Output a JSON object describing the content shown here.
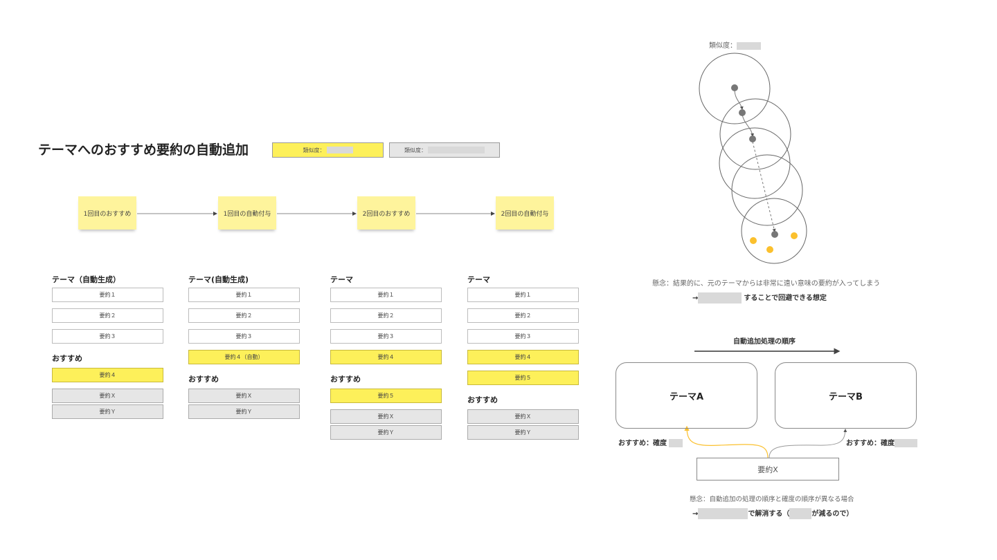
{
  "title": "テーマへのおすすめ要約の自動追加",
  "legend": [
    {
      "label": "類似度："
    },
    {
      "label": "類似度："
    }
  ],
  "flow": [
    "1回目のおすすめ",
    "1回目の自動付与",
    "2回目のおすすめ",
    "2回目の自動付与"
  ],
  "columns": [
    {
      "title": "テーマ（自動生成）",
      "items": [
        {
          "label": "要約１",
          "style": "white"
        },
        {
          "label": "要約２",
          "style": "white"
        },
        {
          "label": "要約３",
          "style": "white"
        }
      ],
      "rec_label": "おすすめ",
      "rec_items": [
        {
          "label": "要約４",
          "style": "yellow"
        },
        {
          "label": "要約Ｘ",
          "style": "gray"
        },
        {
          "label": "要約Ｙ",
          "style": "gray"
        }
      ]
    },
    {
      "title": "テーマ(自動生成)",
      "items": [
        {
          "label": "要約１",
          "style": "white"
        },
        {
          "label": "要約２",
          "style": "white"
        },
        {
          "label": "要約３",
          "style": "white"
        },
        {
          "label": "要約４（自動）",
          "style": "yellow"
        }
      ],
      "rec_label": "おすすめ",
      "rec_items": [
        {
          "label": "要約Ｘ",
          "style": "gray"
        },
        {
          "label": "要約Ｙ",
          "style": "gray"
        }
      ]
    },
    {
      "title": "テーマ",
      "items": [
        {
          "label": "要約１",
          "style": "white"
        },
        {
          "label": "要約２",
          "style": "white"
        },
        {
          "label": "要約３",
          "style": "white"
        },
        {
          "label": "要約４",
          "style": "yellow"
        }
      ],
      "rec_label": "おすすめ",
      "rec_items": [
        {
          "label": "要約５",
          "style": "yellow"
        },
        {
          "label": "要約Ｘ",
          "style": "gray"
        },
        {
          "label": "要約Ｙ",
          "style": "gray"
        }
      ]
    },
    {
      "title": "テーマ",
      "items": [
        {
          "label": "要約１",
          "style": "white"
        },
        {
          "label": "要約２",
          "style": "white"
        },
        {
          "label": "要約３",
          "style": "white"
        },
        {
          "label": "要約４",
          "style": "yellow"
        },
        {
          "label": "要約５",
          "style": "yellow"
        }
      ],
      "rec_label": "おすすめ",
      "rec_items": [
        {
          "label": "要約Ｘ",
          "style": "gray"
        },
        {
          "label": "要約Ｙ",
          "style": "gray"
        }
      ]
    }
  ],
  "similarity_label": "類似度：",
  "concern1": "懸念：結果的に、元のテーマからは非常に遠い意味の要約が入ってしまう",
  "avoid": {
    "arrow": "→",
    "text": "することで回避できる想定"
  },
  "order_label": "自動追加処理の順序",
  "theme_a": "テーマA",
  "theme_b": "テーマB",
  "rec_a": "おすすめ：確度",
  "rec_b": "おすすめ：確度",
  "summary_x": "要約X",
  "concern2": "懸念：自動追加の処理の順序と確度の順序が異なる場合",
  "resolve": {
    "arrow": "→",
    "text1": "で解消する（",
    "text2": "が減るので）"
  },
  "colors": {
    "yellow": "#fdf05a",
    "sticky": "#fef49c",
    "gray": "#e6e6e6",
    "dot": "#777777",
    "dot_highlight": "#fbc02d"
  }
}
